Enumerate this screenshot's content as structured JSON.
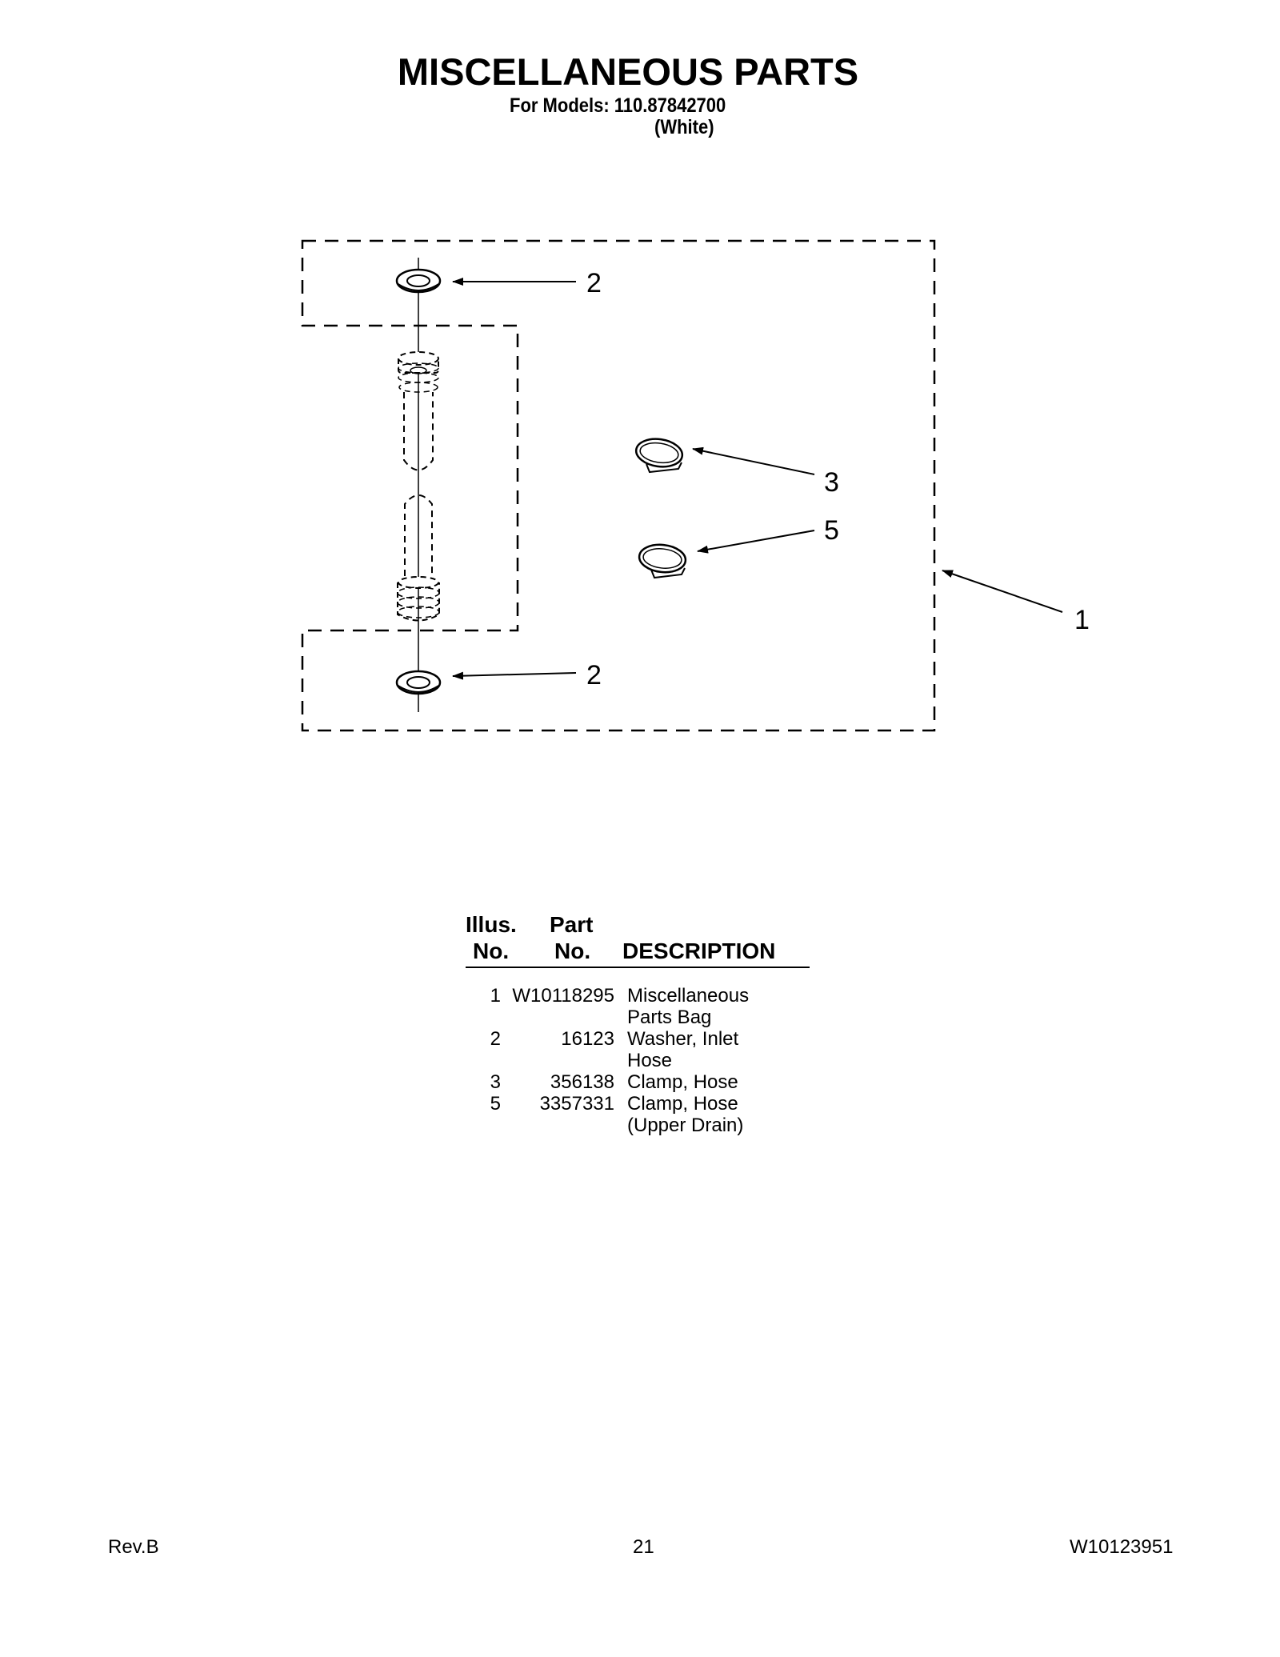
{
  "header": {
    "title": "MISCELLANEOUS PARTS",
    "models_line": "For Models: 110.87842700",
    "color_line": "(White)"
  },
  "diagram": {
    "callouts": [
      "2",
      "3",
      "5",
      "1",
      "2"
    ]
  },
  "table": {
    "col_illus_line1": "Illus.",
    "col_illus_line2": "No.",
    "col_part_line1": "Part",
    "col_part_line2": "No.",
    "col_desc": "DESCRIPTION",
    "rows": [
      {
        "illus": "1",
        "part": "W10118295",
        "desc": [
          "Miscellaneous",
          "Parts Bag"
        ]
      },
      {
        "illus": "2",
        "part": "16123",
        "desc": [
          "Washer, Inlet",
          "Hose"
        ]
      },
      {
        "illus": "3",
        "part": "356138",
        "desc": [
          "Clamp, Hose"
        ]
      },
      {
        "illus": "5",
        "part": "3357331",
        "desc": [
          "Clamp, Hose",
          "(Upper Drain)"
        ]
      }
    ]
  },
  "footer": {
    "revision": "Rev.B",
    "page_number": "21",
    "doc_number": "W10123951"
  }
}
